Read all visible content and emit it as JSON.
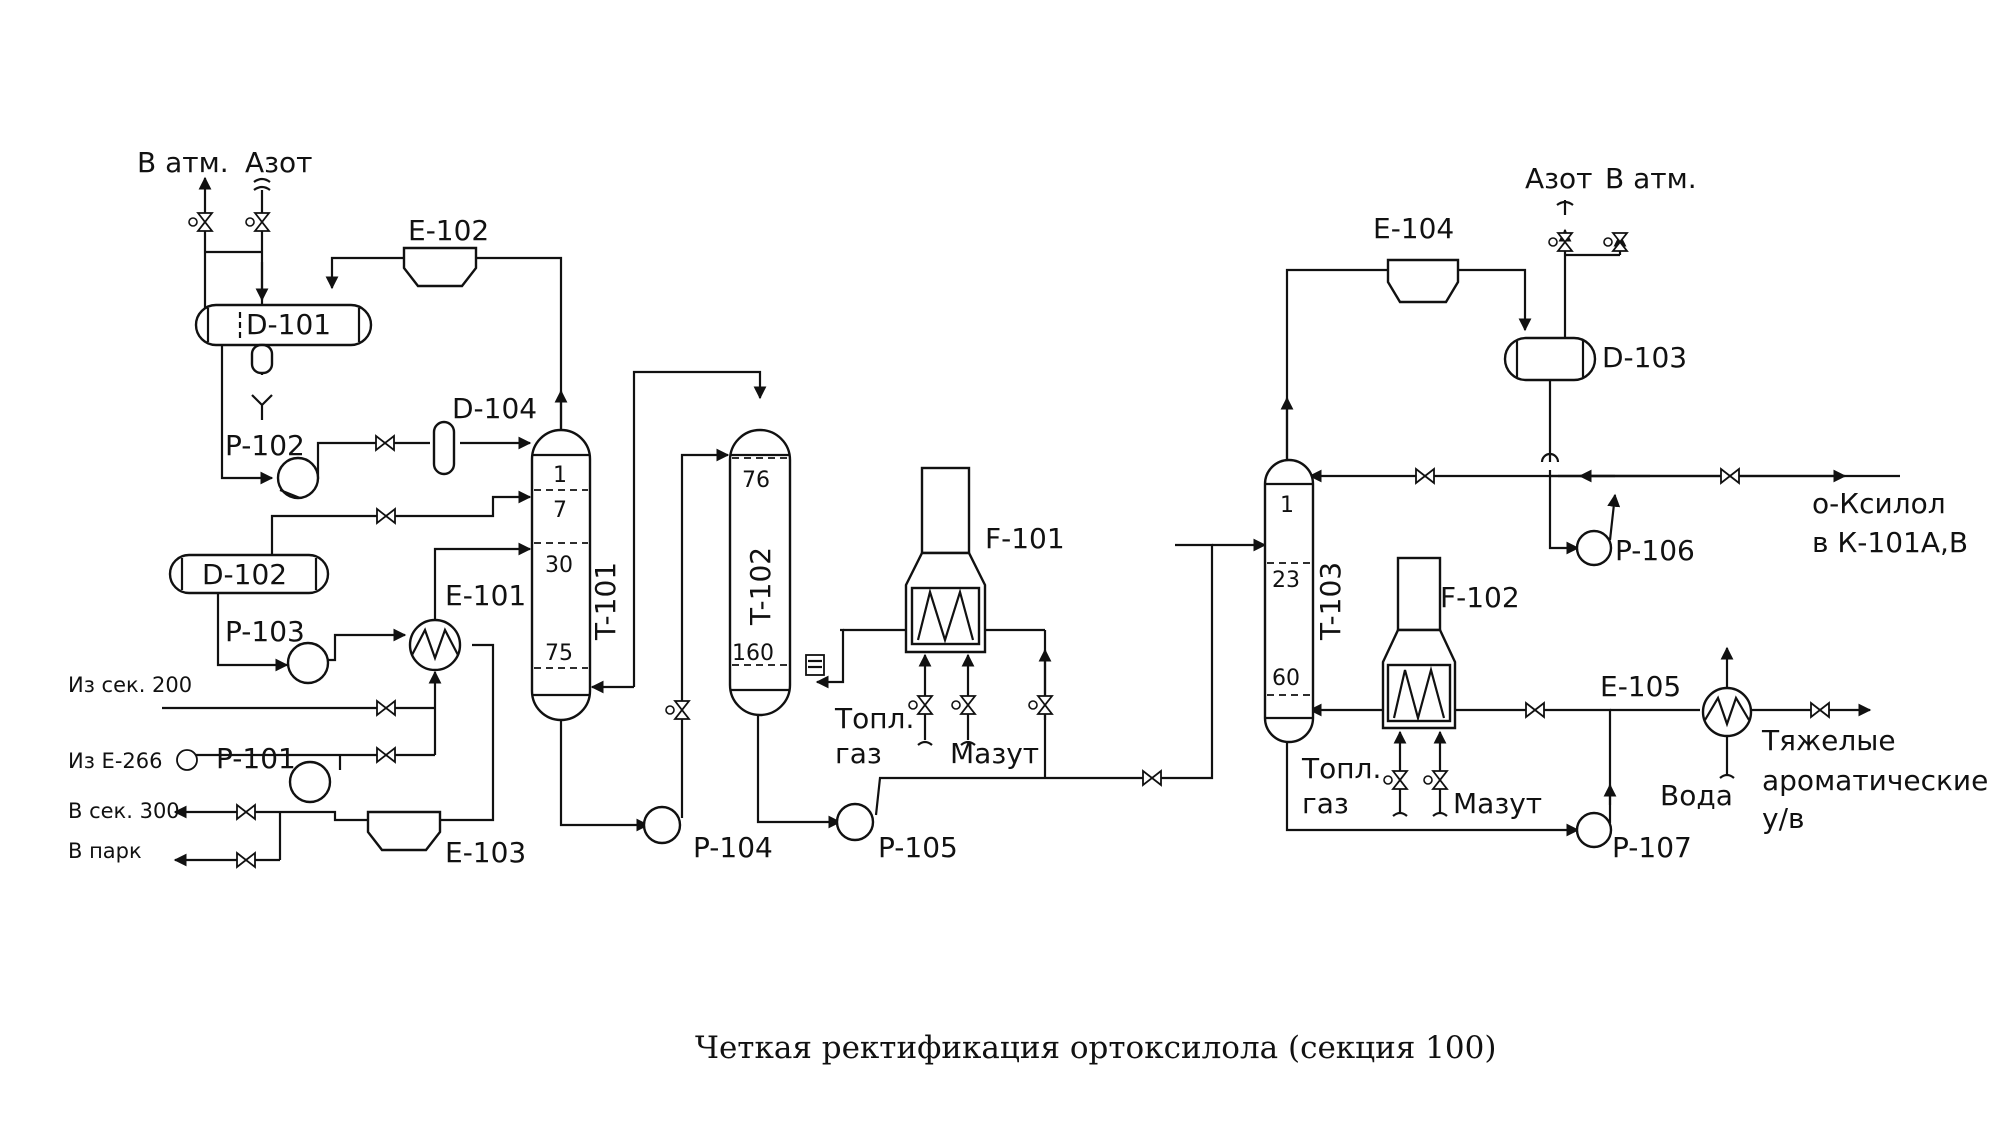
{
  "equipment": {
    "e102": "E-102",
    "e104": "E-104",
    "e101": "E-101",
    "e103": "E-103",
    "e105": "E-105",
    "d101": "D-101",
    "d102": "D-102",
    "d103": "D-103",
    "d104": "D-104",
    "p101": "P-101",
    "p102": "P-102",
    "p103": "P-103",
    "p104": "P-104",
    "p105": "P-105",
    "p106": "P-106",
    "p107": "P-107",
    "t101": "T-101",
    "t102": "T-102",
    "t103": "T-103",
    "f101": "F-101",
    "f102": "F-102"
  },
  "trays": {
    "t101_1": "1",
    "t101_7": "7",
    "t101_30": "30",
    "t101_75": "75",
    "t102_76": "76",
    "t102_160": "160",
    "t103_1": "1",
    "t103_23": "23",
    "t103_60": "60"
  },
  "streams": {
    "to_atm_left": "В атм.",
    "nitrogen_left": "Азот",
    "nitrogen_right": "Азот",
    "to_atm_right": "В атм.",
    "from_sec200": "Из сек. 200",
    "from_e266": "Из Е-266",
    "to_sec300": "В сек. 300",
    "to_park": "В парк",
    "fuel_gas_1a": "Топл.",
    "fuel_gas_1b": "газ",
    "fuel_oil_1": "Мазут",
    "fuel_gas_2a": "Топл.",
    "fuel_gas_2b": "газ",
    "fuel_oil_2": "Мазут",
    "o_xylene_a": "о-Ксилол",
    "o_xylene_b": "в К-101А,В",
    "water": "Вода",
    "cw": "у/в",
    "heavy_a": "Тяжелые",
    "heavy_b": "ароматические"
  },
  "caption": "Четкая ректификация ортоксилола (секция 100)"
}
